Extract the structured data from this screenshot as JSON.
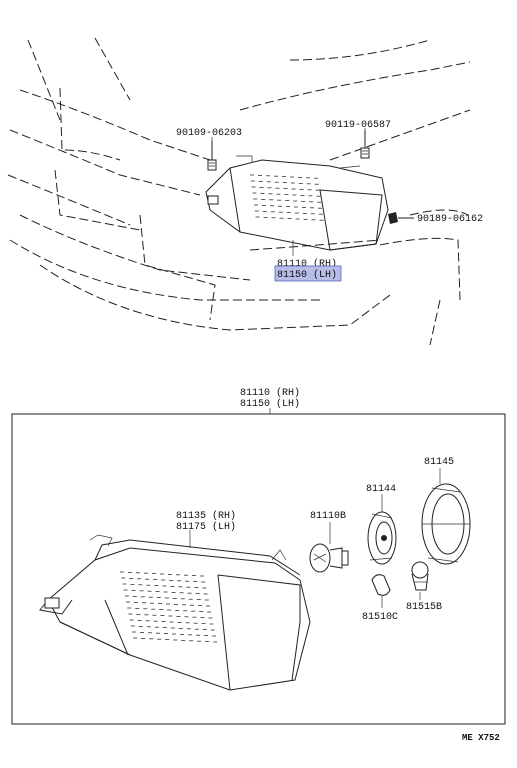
{
  "top_view": {
    "bolt_left": "90109-06203",
    "bolt_right": "90119-06587",
    "clip": "90189-06162",
    "lamp_rh": "81110 (RH)",
    "lamp_lh": "81150 (LH)"
  },
  "detail_view": {
    "assy_rh": "81110 (RH)",
    "assy_lh": "81150 (LH)",
    "unit_rh": "81135 (RH)",
    "unit_lh": "81175 (LH)",
    "bulb": "81110B",
    "socket": "81144",
    "cover": "81145",
    "small_bulb": "81510C",
    "small_socket": "81515B"
  },
  "diagram_code": "ME X752",
  "colors": {
    "highlight": "#b6bde8",
    "line": "#222222"
  }
}
